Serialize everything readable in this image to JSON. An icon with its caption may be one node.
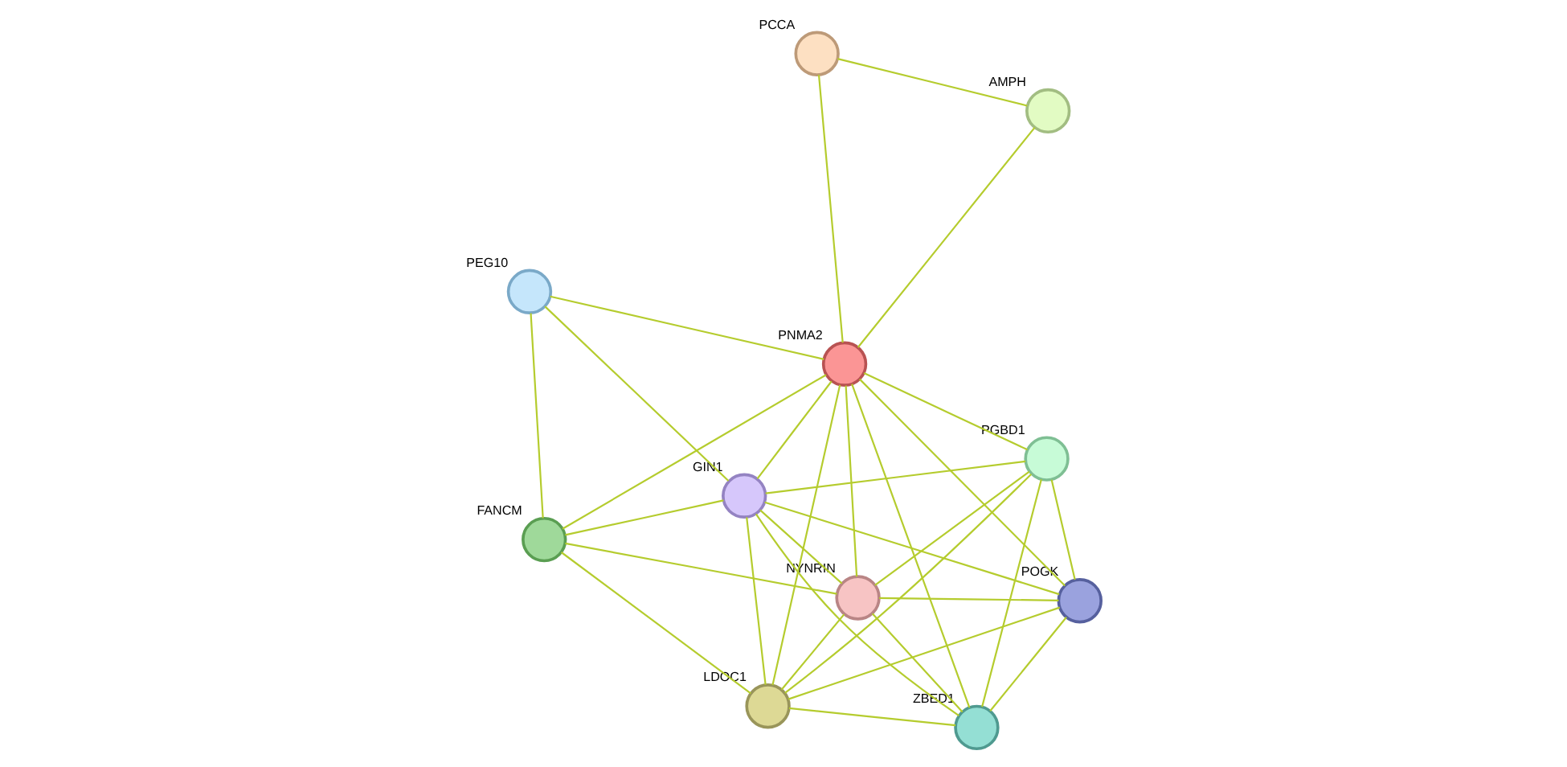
{
  "diagram": {
    "nodes": [
      {
        "text": [
          "PEG10"
        ]
      },
      {
        "text": [
          "AMPH"
        ]
      },
      {
        "text": [
          "FANCM"
        ]
      },
      {
        "text": [
          "PCCA"
        ]
      },
      {
        "text": [
          "PNMA2"
        ]
      },
      {
        "text": [
          "GIN1"
        ]
      },
      {
        "text": [
          "LDOC1"
        ]
      },
      {
        "text": [
          "PGBD1"
        ]
      },
      {
        "text": [
          "NYNRIN"
        ]
      },
      {
        "text": [
          "ZBED1"
        ]
      },
      {
        "text": [
          "POGK"
        ]
      }
    ],
    "edges": [
      {
        "from": 0,
        "to": 2,
        "arrow": "none"
      },
      {
        "from": 0,
        "to": 4,
        "arrow": "none"
      },
      {
        "from": 0,
        "to": 5,
        "arrow": "none"
      },
      {
        "from": 1,
        "to": 4,
        "arrow": "none"
      },
      {
        "from": 1,
        "to": 3,
        "arrow": "none"
      },
      {
        "from": 3,
        "to": 4,
        "arrow": "none"
      },
      {
        "from": 2,
        "to": 4,
        "arrow": "none"
      },
      {
        "from": 2,
        "to": 5,
        "arrow": "none"
      },
      {
        "from": 2,
        "to": 6,
        "arrow": "none"
      },
      {
        "from": 2,
        "to": 8,
        "arrow": "none"
      },
      {
        "from": 4,
        "to": 5,
        "arrow": "none"
      },
      {
        "from": 4,
        "to": 6,
        "arrow": "none"
      },
      {
        "from": 4,
        "to": 8,
        "arrow": "none"
      },
      {
        "from": 4,
        "to": 7,
        "arrow": "none"
      },
      {
        "from": 4,
        "to": 9,
        "arrow": "none"
      },
      {
        "from": 4,
        "to": 10,
        "arrow": "none"
      },
      {
        "from": 5,
        "to": 6,
        "arrow": "none"
      },
      {
        "from": 5,
        "to": 8,
        "arrow": "none"
      },
      {
        "from": 5,
        "to": 7,
        "arrow": "none"
      },
      {
        "from": 5,
        "to": 9,
        "arrow": "none"
      },
      {
        "from": 5,
        "to": 10,
        "arrow": "none"
      },
      {
        "from": 6,
        "to": 7,
        "arrow": "none"
      },
      {
        "from": 6,
        "to": 8,
        "arrow": "none"
      },
      {
        "from": 6,
        "to": 9,
        "arrow": "none"
      },
      {
        "from": 6,
        "to": 10,
        "arrow": "none"
      },
      {
        "from": 8,
        "to": 7,
        "arrow": "none"
      },
      {
        "from": 8,
        "to": 9,
        "arrow": "none"
      },
      {
        "from": 8,
        "to": 10,
        "arrow": "none"
      },
      {
        "from": 7,
        "to": 9,
        "arrow": "none"
      },
      {
        "from": 7,
        "to": 10,
        "arrow": "none"
      },
      {
        "from": 9,
        "to": 10,
        "arrow": "none"
      }
    ]
  }
}
